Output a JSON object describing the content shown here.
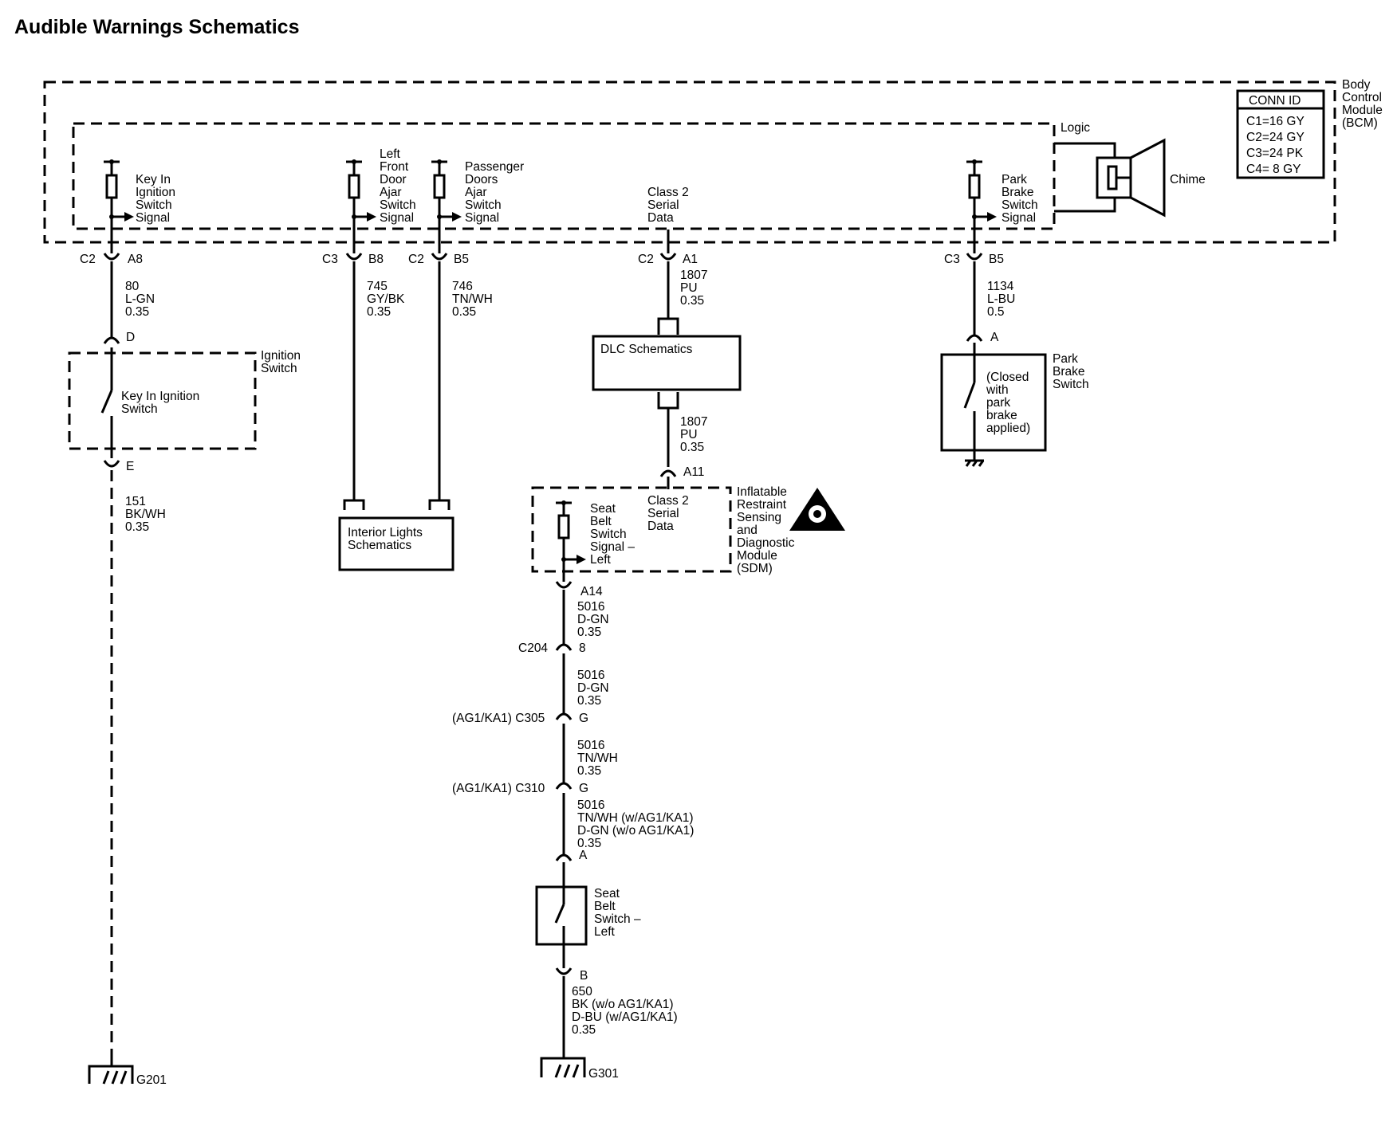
{
  "title": "Audible Warnings Schematics",
  "bcm": {
    "label": [
      "Body",
      "Control",
      "Module",
      "(BCM)"
    ],
    "logic_label": "Logic",
    "chime_label": "Chime",
    "conn_id": {
      "header": "CONN ID",
      "rows": [
        "C1=16 GY",
        "C2=24 GY",
        "C3=24 PK",
        "C4=  8 GY"
      ]
    },
    "inputs": {
      "key_in": [
        "Key In",
        "Ignition",
        "Switch",
        "Signal"
      ],
      "left_door": [
        "Left",
        "Front",
        "Door",
        "Ajar",
        "Switch",
        "Signal"
      ],
      "pass_door": [
        "Passenger",
        "Doors",
        "Ajar",
        "Switch",
        "Signal"
      ],
      "class2": [
        "Class 2",
        "Serial",
        "Data"
      ],
      "park_brake": [
        "Park",
        "Brake",
        "Switch",
        "Signal"
      ]
    }
  },
  "connectors": {
    "c2_a8": {
      "left": "C2",
      "right": "A8"
    },
    "c3_b8": {
      "left": "C3",
      "right": "B8"
    },
    "c2_b5": {
      "left": "C2",
      "right": "B5"
    },
    "c2_a1": {
      "left": "C2",
      "right": "A1"
    },
    "c3_b5": {
      "left": "C3",
      "right": "B5"
    },
    "d": "D",
    "e": "E",
    "a_park": "A",
    "a11": "A11",
    "a14": "A14",
    "c204": {
      "left": "C204",
      "right": "8"
    },
    "c305": {
      "left": "(AG1/KA1) C305",
      "right": "G"
    },
    "c310": {
      "left": "(AG1/KA1) C310",
      "right": "G"
    },
    "a_seat": "A",
    "b_seat": "B"
  },
  "wires": {
    "w80": [
      "80",
      "L-GN",
      "0.35"
    ],
    "w745": [
      "745",
      "GY/BK",
      "0.35"
    ],
    "w746": [
      "746",
      "TN/WH",
      "0.35"
    ],
    "w1807a": [
      "1807",
      "PU",
      "0.35"
    ],
    "w1807b": [
      "1807",
      "PU",
      "0.35"
    ],
    "w1134": [
      "1134",
      "L-BU",
      "0.5"
    ],
    "w151": [
      "151",
      "BK/WH",
      "0.35"
    ],
    "w5016a": [
      "5016",
      "D-GN",
      "0.35"
    ],
    "w5016b": [
      "5016",
      "D-GN",
      "0.35"
    ],
    "w5016c": [
      "5016",
      "TN/WH",
      "0.35"
    ],
    "w5016d": [
      "5016",
      "TN/WH (w/AG1/KA1)",
      "D-GN (w/o AG1/KA1)",
      "0.35"
    ],
    "w650": [
      "650",
      "BK (w/o AG1/KA1)",
      "D-BU (w/AG1/KA1)",
      "0.35"
    ]
  },
  "components": {
    "ignition_switch": [
      "Ignition",
      "Switch"
    ],
    "key_in_switch": [
      "Key In Ignition",
      "Switch"
    ],
    "interior_lights": [
      "Interior Lights",
      "Schematics"
    ],
    "dlc": "DLC Schematics",
    "park_brake_switch": [
      "Park",
      "Brake",
      "Switch"
    ],
    "park_brake_note": [
      "(Closed",
      "with",
      "park",
      "brake",
      "applied)"
    ],
    "sdm": [
      "Inflatable",
      "Restraint",
      "Sensing",
      "and",
      "Diagnostic",
      "Module",
      "(SDM)"
    ],
    "sdm_class2": [
      "Class 2",
      "Serial",
      "Data"
    ],
    "sdm_seat_signal": [
      "Seat",
      "Belt",
      "Switch",
      "Signal –",
      "Left"
    ],
    "seat_belt_switch": [
      "Seat",
      "Belt",
      "Switch –",
      "Left"
    ]
  },
  "grounds": {
    "g201": "G201",
    "g301": "G301"
  }
}
